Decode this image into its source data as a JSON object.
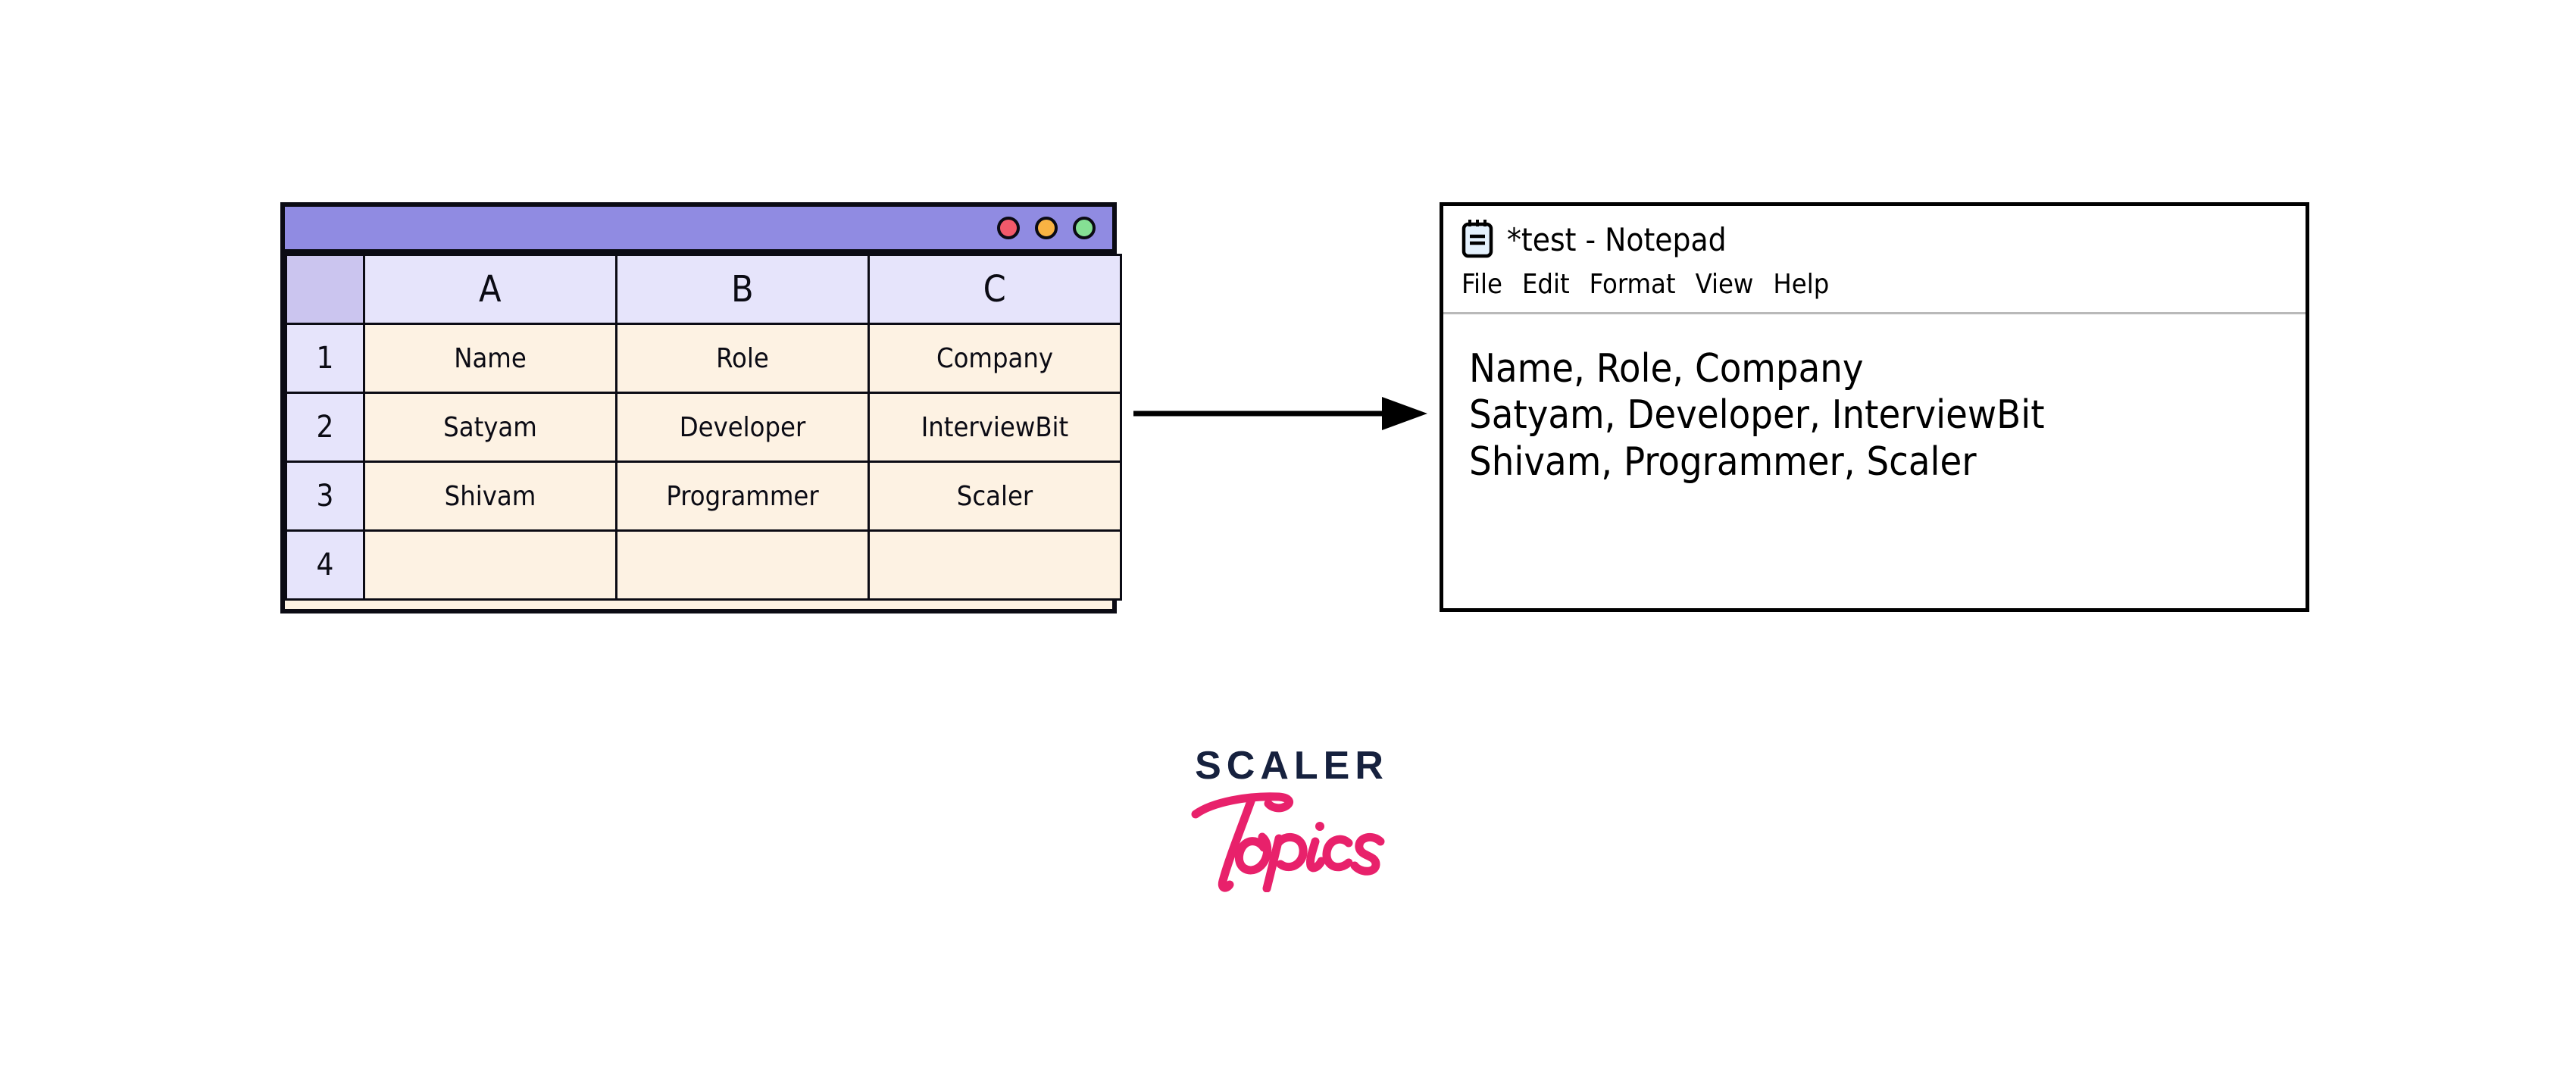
{
  "spreadsheet": {
    "window_title": "",
    "titlebar_color": "#908be2",
    "controls": [
      {
        "name": "close",
        "color": "#f2596a"
      },
      {
        "name": "minimize",
        "color": "#f9b343"
      },
      {
        "name": "maximize",
        "color": "#85e094"
      }
    ],
    "corner_label": "",
    "column_headers": [
      "A",
      "B",
      "C"
    ],
    "row_headers": [
      "1",
      "2",
      "3",
      "4"
    ],
    "rows": [
      [
        "Name",
        "Role",
        "Company"
      ],
      [
        "Satyam",
        "Developer",
        "InterviewBit"
      ],
      [
        "Shivam",
        "Programmer",
        "Scaler"
      ],
      [
        "",
        "",
        ""
      ]
    ],
    "cell_fill": "#fdf2e3",
    "header_fill": "#e6e4fb",
    "corner_fill": "#cbc5ef"
  },
  "arrow": {
    "name": "flow-arrow-right",
    "direction": "right",
    "color": "#000000"
  },
  "notepad": {
    "icon_name": "notepad-icon",
    "title": "*test - Notepad",
    "menu": [
      "File",
      "Edit",
      "Format",
      "View",
      "Help"
    ],
    "content_lines": [
      "Name, Role, Company",
      "Satyam, Developer, InterviewBit",
      "Shivam, Programmer, Scaler"
    ]
  },
  "logo": {
    "primary_text": "SCALER",
    "secondary_text": "Topics",
    "primary_color": "#16213e",
    "secondary_color": "#e8216b"
  }
}
